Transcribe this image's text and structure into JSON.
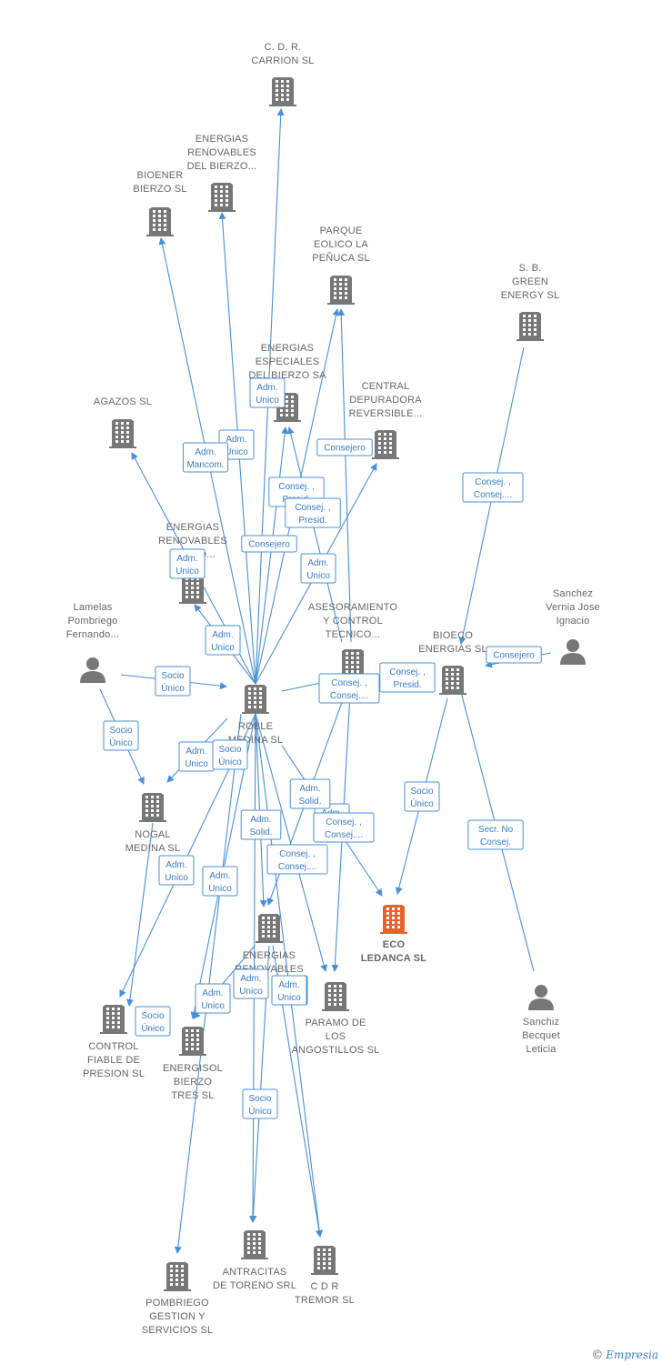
{
  "colors": {
    "company": "#777777",
    "highlight": "#e8622c",
    "person": "#777777",
    "edge": "#4a90d9"
  },
  "nodes": [
    {
      "id": "cdr_carrion",
      "type": "company",
      "label": [
        "C.  D. R.",
        "CARRION  SL"
      ]
    },
    {
      "id": "energias_renov_bierzo",
      "type": "company",
      "label": [
        "ENERGIAS",
        "RENOVABLES",
        "DEL BIERZO..."
      ]
    },
    {
      "id": "bioener",
      "type": "company",
      "label": [
        "BIOENER",
        "BIERZO SL"
      ]
    },
    {
      "id": "parque_eolico",
      "type": "company",
      "label": [
        "PARQUE",
        "EOLICO LA",
        "PEÑUCA SL"
      ]
    },
    {
      "id": "sb_green",
      "type": "company",
      "label": [
        "S. B.",
        "GREEN",
        "ENERGY  SL"
      ]
    },
    {
      "id": "energias_especiales",
      "type": "company",
      "label": [
        "ENERGIAS",
        "ESPECIALES",
        "DEL BIERZO SA"
      ]
    },
    {
      "id": "central_depuradora",
      "type": "company",
      "label": [
        "CENTRAL",
        "DEPURADORA",
        "REVERSIBLE..."
      ]
    },
    {
      "id": "agazos",
      "type": "company",
      "label": [
        "AGAZOS SL"
      ]
    },
    {
      "id": "energias_renov_prado",
      "type": "company",
      "label": [
        "ENERGIAS",
        "RENOVABLES",
        "PRADO..."
      ]
    },
    {
      "id": "lamelas",
      "type": "person",
      "label": [
        "Lamelas",
        "Pombriego",
        "Fernando..."
      ]
    },
    {
      "id": "asesoramiento",
      "type": "company",
      "label": [
        "ASESORAMIENTO",
        "Y CONTROL",
        "TECNICO..."
      ]
    },
    {
      "id": "sanchez_vernia",
      "type": "person",
      "label": [
        "Sanchez",
        "Vernia Jose",
        "Ignacio"
      ]
    },
    {
      "id": "bioeco",
      "type": "company",
      "label": [
        "BIOECO",
        "ENERGIAS SL"
      ]
    },
    {
      "id": "roble_medina",
      "type": "company",
      "label": [
        "ROBLE",
        "MEDINA SL"
      ]
    },
    {
      "id": "nogal_medina",
      "type": "company",
      "label": [
        "NOGAL",
        "MEDINA SL"
      ]
    },
    {
      "id": "eco_ledanca",
      "type": "highlight",
      "label": [
        "ECO",
        "LEDANCA  SL"
      ]
    },
    {
      "id": "energias_renovables_c",
      "type": "company",
      "label": [
        "ENERGIAS",
        "RENOVABLES"
      ]
    },
    {
      "id": "paramo",
      "type": "company",
      "label": [
        "PARAMO DE",
        "LOS",
        "ANGOSTILLOS SL"
      ]
    },
    {
      "id": "sanchiz",
      "type": "person",
      "label": [
        "Sanchiz",
        "Becquet",
        "Leticia"
      ]
    },
    {
      "id": "control_fiable",
      "type": "company",
      "label": [
        "CONTROL",
        "FIABLE DE",
        "PRESION SL"
      ]
    },
    {
      "id": "energisol",
      "type": "company",
      "label": [
        "ENERGISOL",
        "BIERZO",
        "TRES SL"
      ]
    },
    {
      "id": "antracitas",
      "type": "company",
      "label": [
        "ANTRACITAS",
        "DE TORENO SRL"
      ]
    },
    {
      "id": "cdr_tremor",
      "type": "company",
      "label": [
        "C D R",
        "TREMOR SL"
      ]
    },
    {
      "id": "pombriego_gestion",
      "type": "company",
      "label": [
        "POMBRIEGO",
        "GESTION Y",
        "SERVICIOS  SL"
      ]
    }
  ],
  "edges": [
    {
      "from": "roble_medina",
      "to": "cdr_carrion",
      "label": [
        "Adm.",
        "Unico"
      ]
    },
    {
      "from": "roble_medina",
      "to": "energias_renov_bierzo",
      "label": [
        "Adm.",
        "Unico"
      ]
    },
    {
      "from": "roble_medina",
      "to": "bioener",
      "label": [
        "Adm.",
        "Mancom."
      ]
    },
    {
      "from": "roble_medina",
      "to": "parque_eolico",
      "label": [
        "Consej. ,",
        "Presid."
      ]
    },
    {
      "from": "roble_medina",
      "to": "energias_especiales",
      "label": [
        "Consej. ,",
        "Presid."
      ]
    },
    {
      "from": "roble_medina",
      "to": "central_depuradora",
      "label": [
        "Adm.",
        "Unico"
      ]
    },
    {
      "from": "roble_medina",
      "to": "agazos",
      "label": [
        "Adm.",
        "Unico"
      ]
    },
    {
      "from": "roble_medina",
      "to": "energias_renov_prado",
      "label": [
        "Adm.",
        "Unico"
      ]
    },
    {
      "from": "roble_medina",
      "to": "eco_ledanca",
      "label": [
        "Adm.",
        "Unico"
      ]
    },
    {
      "from": "roble_medina",
      "to": "nogal_medina",
      "label": [
        "Adm.",
        "Unico"
      ]
    },
    {
      "from": "roble_medina",
      "to": "energias_renovables_c",
      "label": [
        "Adm.",
        "Solid."
      ]
    },
    {
      "from": "roble_medina",
      "to": "paramo",
      "label": [
        "Consej. ,",
        "Consej...."
      ]
    },
    {
      "from": "roble_medina",
      "to": "control_fiable",
      "label": [
        "Adm.",
        "Unico"
      ]
    },
    {
      "from": "roble_medina",
      "to": "energisol",
      "label": [
        "Adm.",
        "Unico"
      ]
    },
    {
      "from": "roble_medina",
      "to": "antracitas",
      "label": [
        "Adm.",
        "Unico"
      ]
    },
    {
      "from": "roble_medina",
      "to": "cdr_tremor",
      "label": [
        "Adm.",
        "Unico"
      ]
    },
    {
      "from": "roble_medina",
      "to": "pombriego_gestion",
      "label": [
        "Socio",
        "Único"
      ]
    },
    {
      "from": "lamelas",
      "to": "roble_medina",
      "label": [
        "Socio",
        "Único"
      ]
    },
    {
      "from": "lamelas",
      "to": "nogal_medina",
      "label": [
        "Socio",
        "Único"
      ]
    },
    {
      "from": "asesoramiento",
      "to": "parque_eolico",
      "label": [
        "Consejero"
      ]
    },
    {
      "from": "asesoramiento",
      "to": "energias_especiales",
      "label": [
        "Consejero"
      ]
    },
    {
      "from": "asesoramiento",
      "to": "energias_renovables_c",
      "label": [
        "Adm.",
        "Solid."
      ]
    },
    {
      "from": "asesoramiento",
      "to": "paramo",
      "label": [
        "Consej. ,",
        "Consej...."
      ]
    },
    {
      "from": "sb_green",
      "to": "bioeco",
      "label": [
        "Consej. ,",
        "Consej...."
      ]
    },
    {
      "from": "sanchez_vernia",
      "to": "bioeco",
      "label": [
        "Consejero"
      ]
    },
    {
      "from": "bioeco",
      "to": "eco_ledanca",
      "label": [
        "Socio",
        "Único"
      ]
    },
    {
      "from": "sanchiz",
      "to": "bioeco",
      "label": [
        "Secr.  No",
        "Consej."
      ]
    },
    {
      "from": "nogal_medina",
      "to": "control_fiable",
      "label": [
        "Socio",
        "Único"
      ]
    },
    {
      "from": "energias_renovables_c",
      "to": "antracitas",
      "label": [
        "Socio",
        "Único"
      ]
    },
    {
      "from": "energias_renovables_c",
      "to": "energisol",
      "label": [
        "Adm.",
        "Unico"
      ]
    },
    {
      "from": "energias_renovables_c",
      "to": "cdr_tremor",
      "label": [
        "Adm.",
        "Unico"
      ]
    },
    {
      "from": "roble_medina",
      "to": "asesoramiento",
      "label": [
        "Consej. ,",
        "Consej...."
      ]
    },
    {
      "from": "roble_medina",
      "to": "bioeco",
      "label": [
        "Consej. ,",
        "Presid."
      ]
    }
  ],
  "footer": {
    "copyright": "©",
    "brand": "Empresia"
  }
}
